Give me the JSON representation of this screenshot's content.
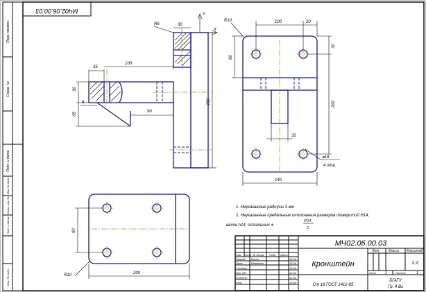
{
  "drawing": {
    "doc_code_rotated": "МЧ02.06.00.03",
    "side_strip_labels": [
      "Перв. примен.",
      "Справ. №",
      "Подп. и дата",
      "Инв. № дубл.",
      "Взам. инв. №",
      "Подп. и дата",
      "Инв. № подл."
    ],
    "dimensions": {
      "r6": "R6",
      "d30_top": "30",
      "d35": "35",
      "d100_left": "100",
      "d30_left": "30",
      "d65": "65",
      "d8": "8",
      "d90_left": "90",
      "d260": "260",
      "r10_top": "R10",
      "d100_right": "100",
      "d20": "20",
      "d80": "80",
      "d30_right": "30",
      "d200_right": "200",
      "d32": "32",
      "phi18": "⌀18",
      "holes": "4 отв.",
      "d140": "140",
      "d90_bottom": "90",
      "r10_bottom": "R10",
      "d200_bottom": "200"
    },
    "axis_labels": {
      "y": "Y",
      "x": "X"
    },
    "notes": {
      "line1": "1. Неуказанные радиусы 3 мм",
      "line2": "2. Неуказанные предельные отклонения размеров отверстий H14,",
      "line3": "валов h14, остальных ±",
      "frac_top": "IT14",
      "frac_bottom": "2"
    }
  },
  "title_block": {
    "designation": "МЧ02.06.00.03",
    "part_name": "Кронштейн",
    "material": "Ст 18 ГОСТ 1412-85",
    "column_headers": [
      "Лит.",
      "Масса",
      "Масштаб"
    ],
    "scale_value": "1:2",
    "sheet_label": "Лист",
    "sheet_no": "1",
    "sheets_label": "Листов",
    "sheets_no": "1",
    "org": "БГАТУ",
    "group": "Гр. 4 Вз",
    "header_cells": [
      "Изм.",
      "Лист",
      "№ докум.",
      "Подп.",
      "Дата"
    ],
    "rows": [
      {
        "role": "Разраб.",
        "name": "Крыш",
        "date": "12.04"
      },
      {
        "role": "Пров.",
        "name": "Шевченко",
        "date": "12.04"
      },
      {
        "role": "Т.контр.",
        "name": "",
        "date": "12.04"
      },
      {
        "role": "Нач. КБ",
        "name": "",
        "date": "12.04"
      },
      {
        "role": "Н.контр.",
        "name": "",
        "date": "12.04"
      },
      {
        "role": "Утв.",
        "name": "",
        "date": "12.04"
      }
    ]
  }
}
